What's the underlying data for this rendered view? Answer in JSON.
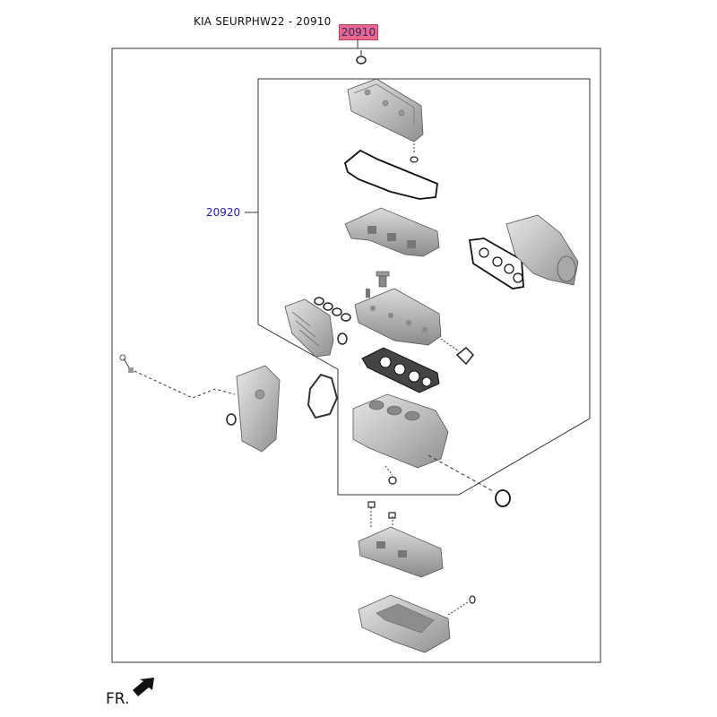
{
  "header": {
    "title": "KIA SEURPHW22 - 20910"
  },
  "callouts": {
    "main_part": "20910",
    "sub_part": "20920"
  },
  "orientation": {
    "label": "FR."
  },
  "colors": {
    "highlight": "#e8678a",
    "link": "#1a1acc",
    "line": "#333333",
    "part_fill": "#c9c9c9"
  }
}
